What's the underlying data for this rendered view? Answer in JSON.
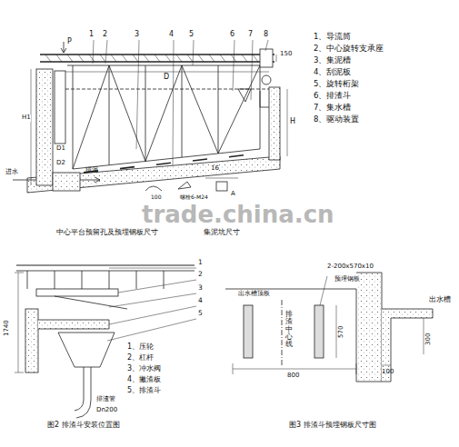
{
  "diagram": {
    "labels": [
      "1",
      "2",
      "3",
      "4",
      "5",
      "6",
      "7",
      "8",
      "P",
      "1、导流筒",
      "2、中心旋转支承座",
      "3、集泥槽",
      "4、刮泥板",
      "5、旋转桁架",
      "6、排渣斗",
      "7、集水槽",
      "8、驱动装置",
      "D",
      "150",
      "H1",
      "H",
      "D1",
      "D2",
      "进水",
      "排泥",
      "16",
      "螺栓6-M24",
      "100",
      "A",
      "trade.china.cn",
      "中心平台预留孔及预埋钢板尺寸",
      "集泥坑尺寸",
      "1",
      "2",
      "3",
      "4",
      "5",
      "1740",
      "1、压轮",
      "2、杠杆",
      "3、冲水阀",
      "4、撇渣板",
      "5、排渣斗",
      "排渣管",
      "Dn200",
      "图2 排渣斗安装位置图",
      "2-200x570x10",
      "预埋钢板",
      "出水槽顶板",
      "排渣中心线",
      "570",
      "800",
      "300",
      "100",
      "出水槽",
      "图3 排渣斗预埋钢板尺寸图"
    ]
  }
}
